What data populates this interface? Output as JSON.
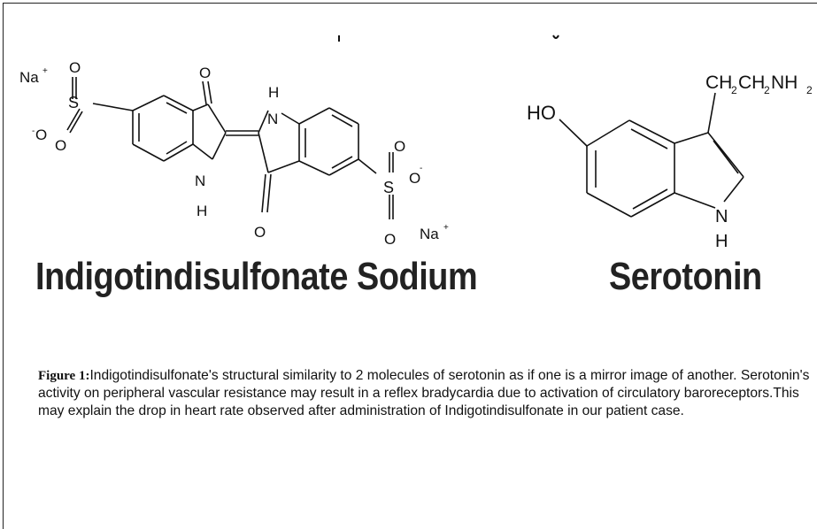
{
  "molecules": {
    "indigo": {
      "name": "Indigotindisulfonate Sodium",
      "atoms": {
        "na1": "Na",
        "na2": "Na",
        "plus": "+",
        "minus": "-",
        "o": "O",
        "s": "S",
        "n": "N",
        "h": "H"
      }
    },
    "serotonin": {
      "name": "Serotonin",
      "atoms": {
        "ho": "HO",
        "n": "N",
        "h": "H",
        "side_chain_1": "CH",
        "sub2": "2",
        "side_chain_2": "CH",
        "side_chain_3": "NH"
      }
    }
  },
  "caption": {
    "label": "Figure 1:",
    "text": "Indigotindisulfonate's structural similarity to 2 molecules of serotonin as if one is a mirror image of another.  Serotonin's activity on peripheral vascular resistance may result in a reflex bradycardia due to activation of circulatory baroreceptors.This may explain the drop in heart rate observed after administration of Indigotindisulfonate in our patient case."
  }
}
